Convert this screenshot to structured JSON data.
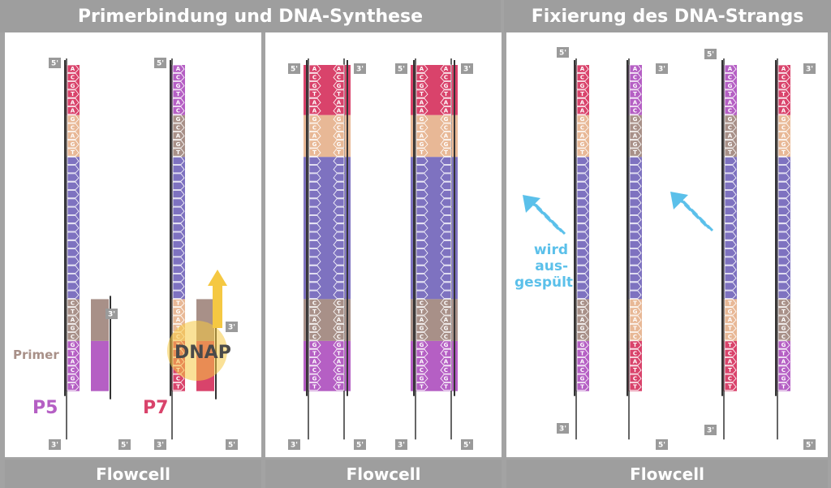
{
  "sections": {
    "primer_title": "Primerbindung und DNA-Synthese",
    "fix_title": "Fixierung des DNA-Strangs"
  },
  "footer": {
    "label": "Flowcell"
  },
  "labels": {
    "primer": "Primer",
    "p5": "P5",
    "p7": "P7",
    "dnap": "DNAP",
    "washed_out": [
      "wird",
      "aus-",
      "gespült"
    ],
    "five_prime": "5'",
    "three_prime": "3'"
  },
  "colors": {
    "p5": "#b55fc4",
    "p7": "#d9436b",
    "adapter": "#e8b896",
    "primer": "#a89088",
    "insert": "#7e72c0",
    "wash": "#5bc0ea",
    "dnap": "#f5c842"
  },
  "strands": {
    "top_p5": "ACGTAA",
    "top_p7": "ACGTAC",
    "primer_seq": "CTAGC",
    "primer_seq_b": "TGATC",
    "mid_seq": "GCAGT",
    "bottom_p5": "GTACGT",
    "bottom_p7": "TCATCT"
  }
}
